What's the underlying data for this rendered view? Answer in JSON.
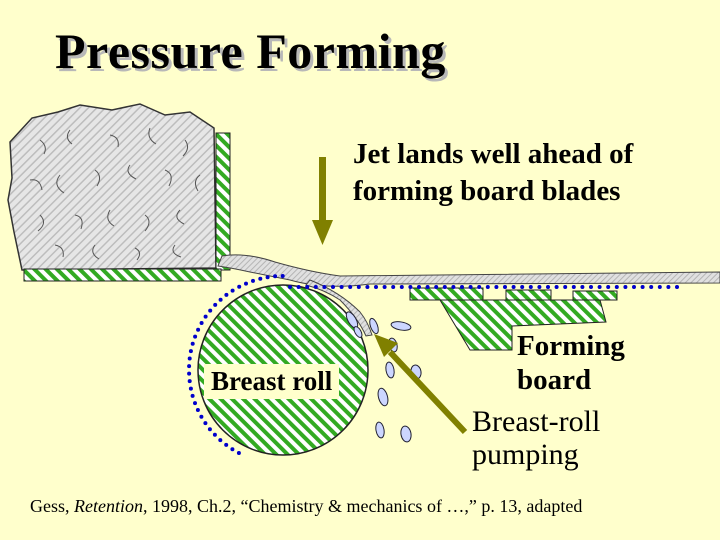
{
  "slide": {
    "title": "Pressure Forming",
    "jet_note_line1": "Jet lands well ahead of",
    "jet_note_line2": "forming board blades",
    "forming_board_line1": "Forming",
    "forming_board_line2": "board",
    "breast_roll_label": "Breast roll",
    "pumping_line1": "Breast-roll",
    "pumping_line2": "pumping",
    "citation_author": "Gess, ",
    "citation_book": "Retention",
    "citation_rest": ", 1998, Ch.2, “Chemistry & mechanics of …,” p. 13, adapted"
  },
  "colors": {
    "background": "#ffffcc",
    "hatch_green": "#33aa22",
    "arrow_olive": "#808000",
    "wire_dots": "#0000cc",
    "headbox_gray": "#d9d9d9"
  }
}
